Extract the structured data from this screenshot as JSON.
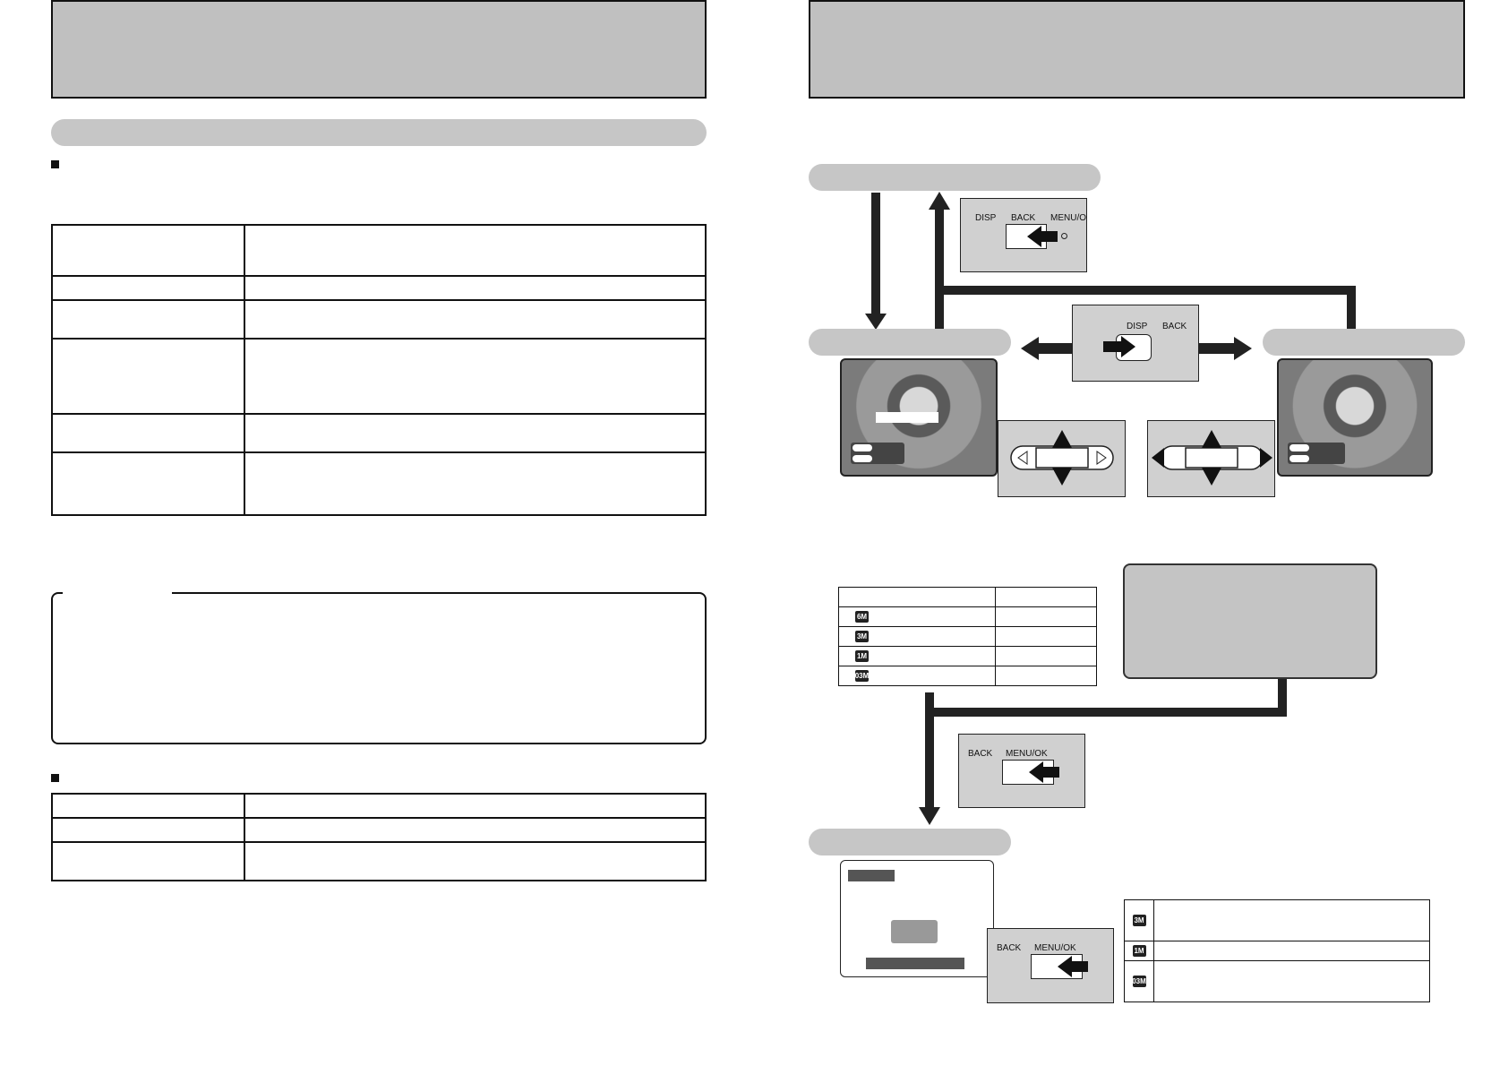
{
  "left_page": {
    "section1_pill": "",
    "table1_rows": [
      {
        "label": "",
        "value": ""
      },
      {
        "label": "",
        "value": ""
      },
      {
        "label": "",
        "value": ""
      },
      {
        "label": "",
        "value": ""
      },
      {
        "label": "",
        "value": ""
      },
      {
        "label": "",
        "value": ""
      }
    ],
    "table2_rows": [
      {
        "label": "",
        "value": ""
      },
      {
        "label": "",
        "value": ""
      },
      {
        "label": "",
        "value": ""
      }
    ]
  },
  "right_page": {
    "camera_buttons_top": {
      "disp": "DISP",
      "back": "BACK",
      "menu_ok": "MENU/O"
    },
    "camera_buttons_mid": {
      "disp": "DISP",
      "back": "BACK"
    },
    "camera_buttons_menu1": {
      "back": "BACK",
      "menu_ok": "MENU/OK"
    },
    "camera_buttons_menu2": {
      "back": "BACK",
      "menu_ok": "MENU/OK"
    },
    "size_table": {
      "rows": [
        {
          "icon": "6M"
        },
        {
          "icon": "3M"
        },
        {
          "icon": "1M"
        },
        {
          "icon": "03M"
        }
      ]
    },
    "result_table": {
      "rows": [
        {
          "icon": "3M"
        },
        {
          "icon": "1M"
        },
        {
          "icon": "03M"
        }
      ]
    },
    "icons": [
      "arrow-down-icon",
      "arrow-up-icon",
      "arrow-left-icon",
      "arrow-right-icon",
      "press-arrow-icon",
      "dpad-icon",
      "size-icon"
    ]
  },
  "colors": {
    "title_bg": "#c0c0c0",
    "pill_bg": "#c6c6c6",
    "callout_bg": "#c4c4c4",
    "ink": "#111111"
  }
}
